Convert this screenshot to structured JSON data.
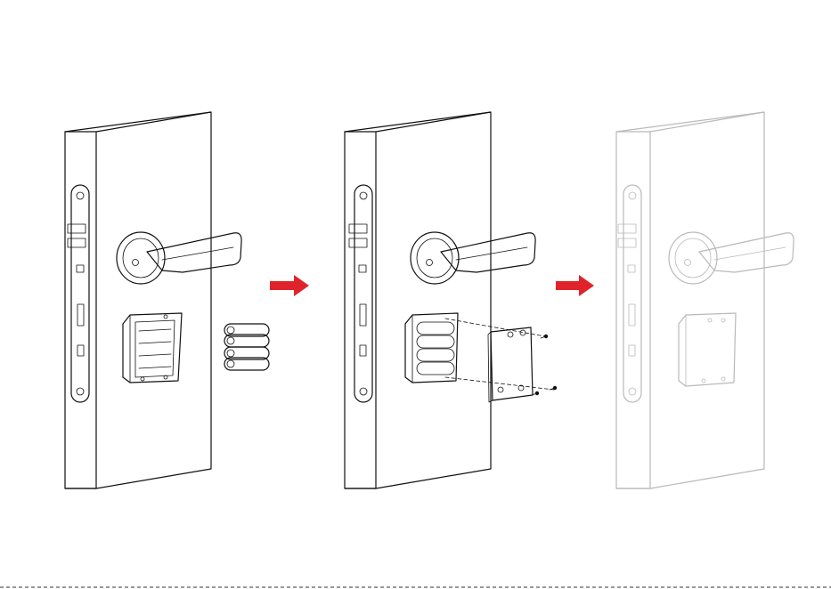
{
  "diagram": {
    "steps": [
      {
        "id": "step-1",
        "state": "insert-batteries",
        "faded": false
      },
      {
        "id": "step-2",
        "state": "attach-cover",
        "faded": false
      },
      {
        "id": "step-3",
        "state": "assembled",
        "faded": true
      }
    ],
    "arrows": 2,
    "battery_count": 4,
    "screw_count": 4
  },
  "colors": {
    "line": "#111111",
    "faded_line": "#b9b9b9",
    "arrow": "#e0232b",
    "background": "#ffffff"
  }
}
